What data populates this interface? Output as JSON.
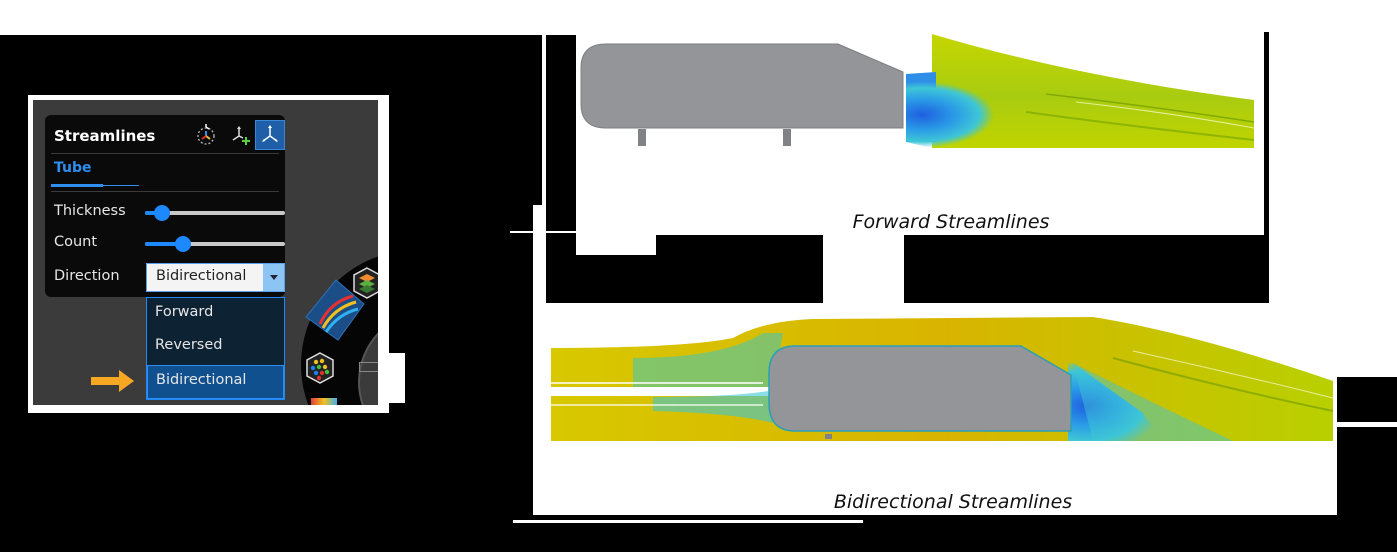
{
  "panel": {
    "title": "Streamlines",
    "header_icons": [
      "seed-rotate-icon",
      "add-seed-icon",
      "bidirectional-axes-icon"
    ],
    "active_tab": "Tube",
    "controls": [
      {
        "label": "Thickness",
        "value_percent": 12
      },
      {
        "label": "Count",
        "value_percent": 27
      }
    ],
    "direction": {
      "label": "Direction",
      "selected": "Bidirectional",
      "options": [
        "Forward",
        "Reversed",
        "Bidirectional"
      ]
    }
  },
  "figures": {
    "forward_caption": "Forward Streamlines",
    "bidirectional_caption": "Bidirectional Streamlines"
  },
  "colors": {
    "accent_blue": "#1e88ff",
    "panel_bg": "#0a0a0a",
    "body_gray": "#939598",
    "arrow_orange": "#f7a823",
    "flow_yellow": "#c9d600",
    "flow_cyan": "#2ec6e0",
    "flow_blue": "#1e5fe0"
  }
}
